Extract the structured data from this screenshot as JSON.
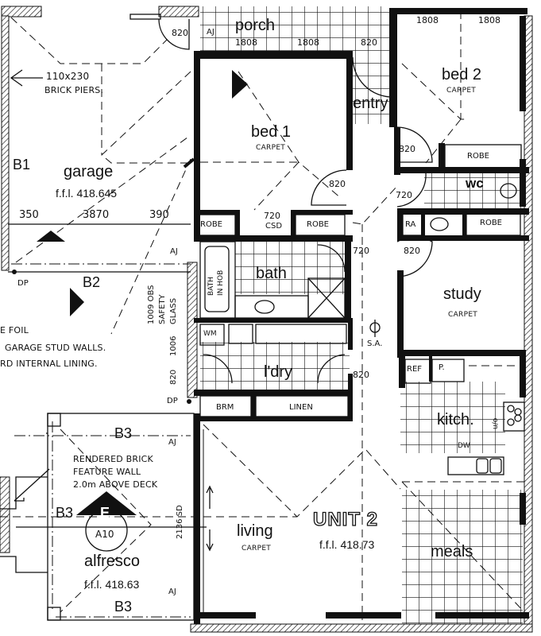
{
  "plan": {
    "title": "UNIT 2",
    "unit_ffl": "f.f.l. 418.73",
    "colors": {
      "wall": "#111111",
      "background": "#ffffff",
      "line": "#111111"
    }
  },
  "rooms": {
    "porch": {
      "name": "porch"
    },
    "entry": {
      "name": "entry"
    },
    "bed1": {
      "name": "bed 1",
      "floor": "CARPET"
    },
    "bed2": {
      "name": "bed 2",
      "floor": "CARPET"
    },
    "garage": {
      "name": "garage",
      "ffl": "f.f.l. 418.645"
    },
    "wc": {
      "name": "wc"
    },
    "bath": {
      "name": "bath"
    },
    "study": {
      "name": "study",
      "floor": "CARPET"
    },
    "laundry": {
      "name": "l'dry"
    },
    "kitchen": {
      "name": "kitch."
    },
    "living": {
      "name": "living",
      "floor": "CARPET"
    },
    "alfresco": {
      "name": "alfresco",
      "ffl": "f.f.l. 418.63"
    },
    "meals": {
      "name": "meals"
    }
  },
  "fixtures": {
    "robe_bed1_left": "ROBE",
    "robe_bed1_right": "ROBE",
    "robe_bed2": "ROBE",
    "robe_study": "ROBE",
    "csd": "CSD",
    "ra": "RA",
    "bath_in_hob_1": "BATH",
    "bath_in_hob_2": "IN HOB",
    "wm": "WM",
    "brm": "BRM",
    "linen": "LINEN",
    "ref": "REF",
    "pantry": "P.",
    "dw": "DW",
    "uo": "u/o",
    "sa": "S.A."
  },
  "dimensions": {
    "garage_door": "820",
    "porch_aj": "AJ",
    "porch_window_1": "1808",
    "porch_window_2": "1808",
    "porch_door": "820",
    "bed2_window_1": "1808",
    "bed2_window_2": "1808",
    "bed2_door": "820",
    "bed1_door": "820",
    "wc_door": "720",
    "csd_width": "720",
    "bath_door": "720",
    "study_door": "820",
    "laundry_door": "820",
    "garage_350": "350",
    "garage_3870": "3870",
    "garage_390": "390",
    "window_1009": "1009 OBS",
    "window_1009_b": "SAFETY",
    "window_1009_c": "GLASS",
    "window_1006": "1006",
    "door_820_side": "820",
    "slider_2136": "2136 SD"
  },
  "annotations": {
    "brick_piers_1": "110x230",
    "brick_piers_2": "BRICK PIERS.",
    "foil_1": "E FOIL",
    "foil_2": "GARAGE STUD WALLS.",
    "foil_3": "RD INTERNAL LINING.",
    "rendered_1": "RENDERED BRICK",
    "rendered_2": "FEATURE WALL",
    "rendered_3": "2.0m ABOVE DECK",
    "beam_b1": "B1",
    "beam_b2": "B2",
    "beam_b3_top": "B3",
    "beam_b3_left": "B3",
    "beam_b3_bottom": "B3",
    "aj_garage": "AJ",
    "aj_alfresco_top": "AJ",
    "aj_alfresco_bottom": "AJ",
    "dp_left": "DP",
    "dp_right": "DP",
    "section_letter": "E",
    "section_ref": "A10"
  }
}
